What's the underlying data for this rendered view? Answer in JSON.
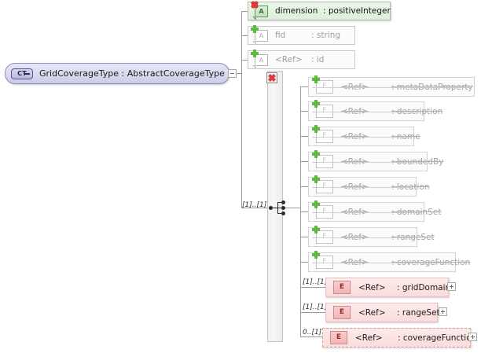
{
  "diagram": {
    "title": "GridCoverageType : AbstractCoverageType",
    "root": {
      "icon": "complex-type-icon",
      "badge_label": "CT",
      "name": "GridCoverageType",
      "separator": ":",
      "base_type": "AbstractCoverageType",
      "collapse_toggle": "minus"
    },
    "attributes": [
      {
        "icon": "attribute-icon",
        "icon_label": "A",
        "badge": "x-badge",
        "name": "dimension",
        "separator": ":",
        "type": "positiveInteger",
        "state": "active"
      },
      {
        "icon": "attribute-icon",
        "icon_label": "A",
        "badge": "plus-badge",
        "name": "fid",
        "separator": ":",
        "type": "string",
        "state": "inactive"
      },
      {
        "icon": "attribute-icon",
        "icon_label": "A",
        "badge": "plus-badge",
        "name": "<Ref>",
        "separator": ":",
        "type": "id",
        "state": "inactive"
      }
    ],
    "compositor": {
      "icon": "sequence-icon",
      "badge": "x-badge",
      "cardinality": "[1]..[1]"
    },
    "elements": [
      {
        "icon": "element-icon",
        "icon_label": "E",
        "badge": "plus-badge",
        "ref": "<Ref>",
        "separator": ":",
        "name": "metaDataProperty",
        "state": "struck",
        "cardinality": "",
        "expand": false
      },
      {
        "icon": "element-icon",
        "icon_label": "E",
        "badge": "plus-badge",
        "ref": "<Ref>",
        "separator": ":",
        "name": "description",
        "state": "struck",
        "cardinality": "",
        "expand": false
      },
      {
        "icon": "element-icon",
        "icon_label": "E",
        "badge": "plus-badge",
        "ref": "<Ref>",
        "separator": ":",
        "name": "name",
        "state": "struck",
        "cardinality": "",
        "expand": false
      },
      {
        "icon": "element-icon",
        "icon_label": "E",
        "badge": "plus-badge",
        "ref": "<Ref>",
        "separator": ":",
        "name": "boundedBy",
        "state": "struck",
        "cardinality": "",
        "expand": false
      },
      {
        "icon": "element-icon",
        "icon_label": "E",
        "badge": "plus-badge",
        "ref": "<Ref>",
        "separator": ":",
        "name": "location",
        "state": "struck",
        "cardinality": "",
        "expand": false
      },
      {
        "icon": "element-icon",
        "icon_label": "E",
        "badge": "plus-badge",
        "ref": "<Ref>",
        "separator": ":",
        "name": "domainSet",
        "state": "struck",
        "cardinality": "",
        "expand": false
      },
      {
        "icon": "element-icon",
        "icon_label": "E",
        "badge": "plus-badge",
        "ref": "<Ref>",
        "separator": ":",
        "name": "rangeSet",
        "state": "struck",
        "cardinality": "",
        "expand": false
      },
      {
        "icon": "element-icon",
        "icon_label": "E",
        "badge": "plus-badge",
        "ref": "<Ref>",
        "separator": ":",
        "name": "coverageFunction",
        "state": "struck",
        "cardinality": "",
        "expand": false
      },
      {
        "icon": "element-icon",
        "icon_label": "E",
        "badge": "",
        "ref": "<Ref>",
        "separator": ":",
        "name": "gridDomain",
        "state": "active",
        "cardinality": "[1]..[1]",
        "expand": true
      },
      {
        "icon": "element-icon",
        "icon_label": "E",
        "badge": "",
        "ref": "<Ref>",
        "separator": ":",
        "name": "rangeSet",
        "state": "active",
        "cardinality": "[1]..[1]",
        "expand": true
      },
      {
        "icon": "element-icon",
        "icon_label": "E",
        "badge": "",
        "ref": "<Ref>",
        "separator": ":",
        "name": "coverageFunction",
        "state": "active-optional",
        "cardinality": "0..[1]",
        "expand": true
      }
    ],
    "colors": {
      "complex_type_fill": "#dcdcf0",
      "complex_type_border": "#8e8ec0",
      "active_attribute_fill": "#ddf0da",
      "active_element_fill": "#fbdcdc",
      "active_element_border": "#e7c0c0",
      "inactive_text": "#a2a2a2",
      "line": "#9a9a9a",
      "plus_badge": "#5dbb3d",
      "x_badge": "#d93c3c"
    }
  }
}
